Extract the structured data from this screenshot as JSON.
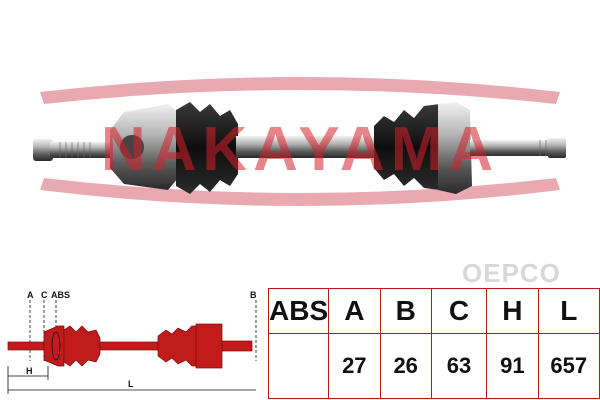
{
  "brand": {
    "logo_text": "NAKAYAMA",
    "colors": {
      "logo": "#e8aab0",
      "accent": "#c21b1b"
    }
  },
  "watermark": {
    "text": "OEPCO"
  },
  "diagram": {
    "labels": {
      "a": "A",
      "c": "C",
      "abs": "ABS",
      "b": "B",
      "h": "H",
      "l": "L"
    }
  },
  "spec_table": {
    "headers": [
      "ABS",
      "A",
      "B",
      "C",
      "H",
      "L"
    ],
    "values": [
      "",
      "27",
      "26",
      "63",
      "91",
      "657"
    ]
  },
  "icons": {
    "abs_ring": "abs-ring-icon",
    "shaft": "drive-shaft-icon"
  }
}
